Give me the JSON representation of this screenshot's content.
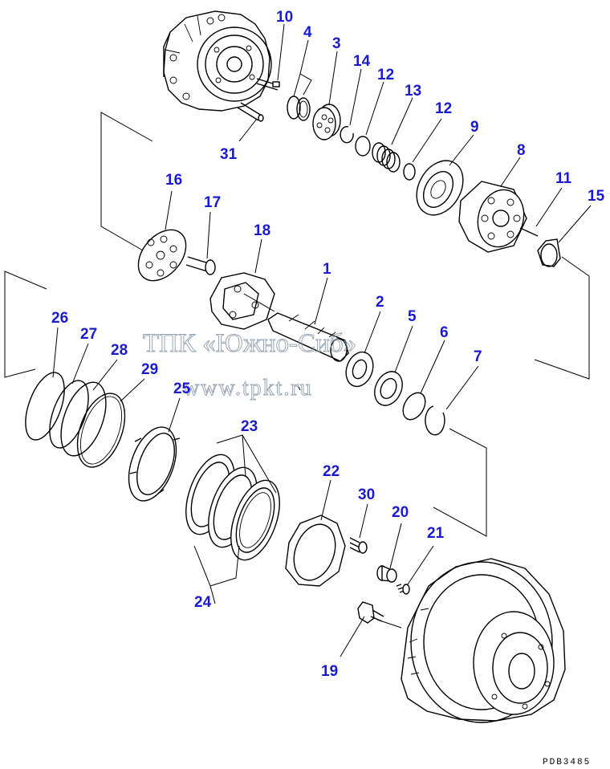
{
  "callouts": {
    "n10": "10",
    "n4": "4",
    "n3": "3",
    "n14": "14",
    "n12a": "12",
    "n13": "13",
    "n12b": "12",
    "n9": "9",
    "n31": "31",
    "n8": "8",
    "n11": "11",
    "n15": "15",
    "n16": "16",
    "n17": "17",
    "n18": "18",
    "n1": "1",
    "n2": "2",
    "n5": "5",
    "n6": "6",
    "n7": "7",
    "n26": "26",
    "n27": "27",
    "n28": "28",
    "n29": "29",
    "n25": "25",
    "n23": "23",
    "n22": "22",
    "n30": "30",
    "n20": "20",
    "n21": "21",
    "n24": "24",
    "n19": "19"
  },
  "watermark": {
    "line1": "ТПК «Южно-Сиб»",
    "line2": "www.tpkt.ru"
  },
  "drawing_code": "PDB3485",
  "colors": {
    "callout": "#1a1ad0",
    "line": "#000000",
    "watermark": "#8a9aa8"
  }
}
